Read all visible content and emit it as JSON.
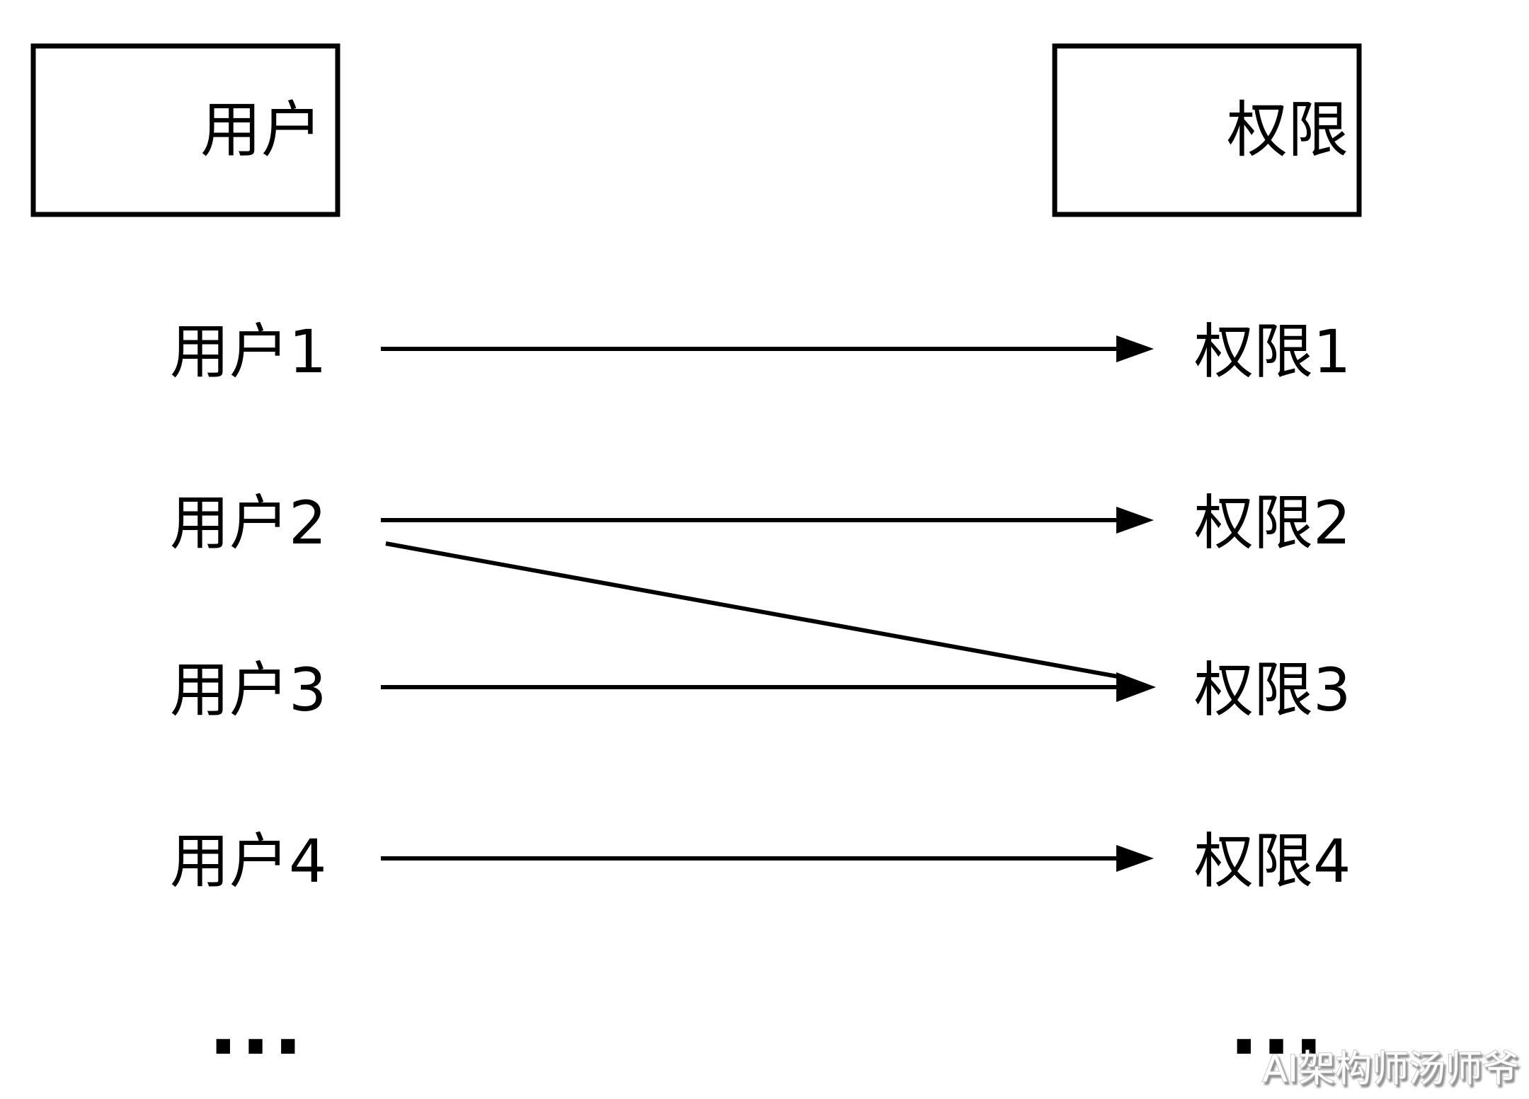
{
  "diagram": {
    "left_header": "用户",
    "right_header": "权限",
    "users": [
      {
        "label": "用户1"
      },
      {
        "label": "用户2"
      },
      {
        "label": "用户3"
      },
      {
        "label": "用户4"
      }
    ],
    "permissions": [
      {
        "label": "权限1"
      },
      {
        "label": "权限2"
      },
      {
        "label": "权限3"
      },
      {
        "label": "权限4"
      }
    ],
    "ellipsis_left": "...",
    "ellipsis_right": "...",
    "connections": [
      {
        "from": "用户1",
        "to": "权限1"
      },
      {
        "from": "用户2",
        "to": "权限2"
      },
      {
        "from": "用户2",
        "to": "权限3"
      },
      {
        "from": "用户3",
        "to": "权限3"
      },
      {
        "from": "用户4",
        "to": "权限4"
      }
    ],
    "watermark": "AI架构师汤师爷",
    "colors": {
      "background": "#ffffff",
      "line": "#000000",
      "box_border": "#000000",
      "text": "#000000",
      "watermark_fill": "#ffffff",
      "watermark_outline": "#b8b8b8",
      "watermark_shadow": "#7a7a7a"
    }
  }
}
